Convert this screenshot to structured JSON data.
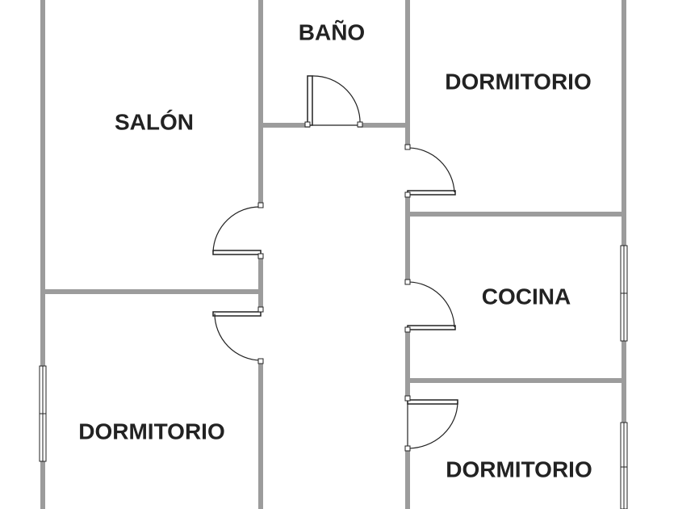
{
  "rooms": {
    "salon": "SALÓN",
    "bano": "BAÑO",
    "dormitorio_top_right": "DORMITORIO",
    "cocina": "COCINA",
    "dormitorio_bottom_left": "DORMITORIO",
    "dormitorio_bottom_right": "DORMITORIO"
  },
  "colors": {
    "wall": "#9c9c9c",
    "line": "#222222",
    "background": "#ffffff"
  }
}
